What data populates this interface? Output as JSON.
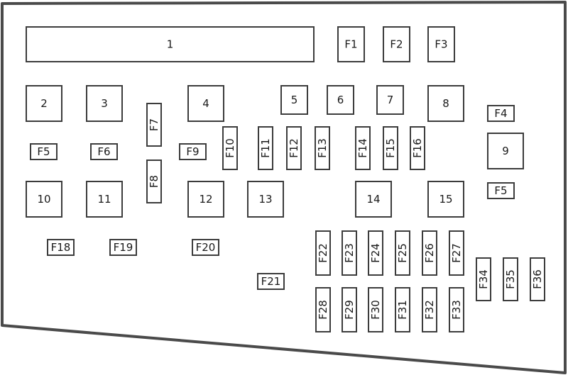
{
  "colors": {
    "stroke": "#3c3c3c",
    "frame": "#4a4a4a",
    "fill": "#ffffff",
    "text": "#1a1a1a"
  },
  "components": [
    {
      "id": "relay-1",
      "label": "1"
    },
    {
      "id": "fuse-f1",
      "label": "F1"
    },
    {
      "id": "fuse-f2",
      "label": "F2"
    },
    {
      "id": "fuse-f3",
      "label": "F3"
    },
    {
      "id": "relay-2",
      "label": "2"
    },
    {
      "id": "relay-3",
      "label": "3"
    },
    {
      "id": "fuse-f7",
      "label": "F7"
    },
    {
      "id": "relay-4",
      "label": "4"
    },
    {
      "id": "relay-5",
      "label": "5"
    },
    {
      "id": "relay-6",
      "label": "6"
    },
    {
      "id": "relay-7",
      "label": "7"
    },
    {
      "id": "relay-8",
      "label": "8"
    },
    {
      "id": "fuse-f4",
      "label": "F4"
    },
    {
      "id": "fuse-f5-left",
      "label": "F5"
    },
    {
      "id": "fuse-f6",
      "label": "F6"
    },
    {
      "id": "fuse-f9",
      "label": "F9"
    },
    {
      "id": "fuse-f10",
      "label": "F10"
    },
    {
      "id": "fuse-f11",
      "label": "F11"
    },
    {
      "id": "fuse-f12",
      "label": "F12"
    },
    {
      "id": "fuse-f13",
      "label": "F13"
    },
    {
      "id": "fuse-f14",
      "label": "F14"
    },
    {
      "id": "fuse-f15",
      "label": "F15"
    },
    {
      "id": "fuse-f16",
      "label": "F16"
    },
    {
      "id": "relay-9",
      "label": "9"
    },
    {
      "id": "fuse-f8",
      "label": "F8"
    },
    {
      "id": "relay-10",
      "label": "10"
    },
    {
      "id": "relay-11",
      "label": "11"
    },
    {
      "id": "relay-12",
      "label": "12"
    },
    {
      "id": "relay-13",
      "label": "13"
    },
    {
      "id": "relay-14",
      "label": "14"
    },
    {
      "id": "relay-15",
      "label": "15"
    },
    {
      "id": "fuse-f5-right",
      "label": "F5"
    },
    {
      "id": "fuse-f18",
      "label": "F18"
    },
    {
      "id": "fuse-f19",
      "label": "F19"
    },
    {
      "id": "fuse-f20",
      "label": "F20"
    },
    {
      "id": "fuse-f21",
      "label": "F21"
    },
    {
      "id": "fuse-f22",
      "label": "F22"
    },
    {
      "id": "fuse-f23",
      "label": "F23"
    },
    {
      "id": "fuse-f24",
      "label": "F24"
    },
    {
      "id": "fuse-f25",
      "label": "F25"
    },
    {
      "id": "fuse-f26",
      "label": "F26"
    },
    {
      "id": "fuse-f27",
      "label": "F27"
    },
    {
      "id": "fuse-f28",
      "label": "F28"
    },
    {
      "id": "fuse-f29",
      "label": "F29"
    },
    {
      "id": "fuse-f30",
      "label": "F30"
    },
    {
      "id": "fuse-f31",
      "label": "F31"
    },
    {
      "id": "fuse-f32",
      "label": "F32"
    },
    {
      "id": "fuse-f33",
      "label": "F33"
    },
    {
      "id": "fuse-f34",
      "label": "F34"
    },
    {
      "id": "fuse-f35",
      "label": "F35"
    },
    {
      "id": "fuse-f36",
      "label": "F36"
    }
  ]
}
